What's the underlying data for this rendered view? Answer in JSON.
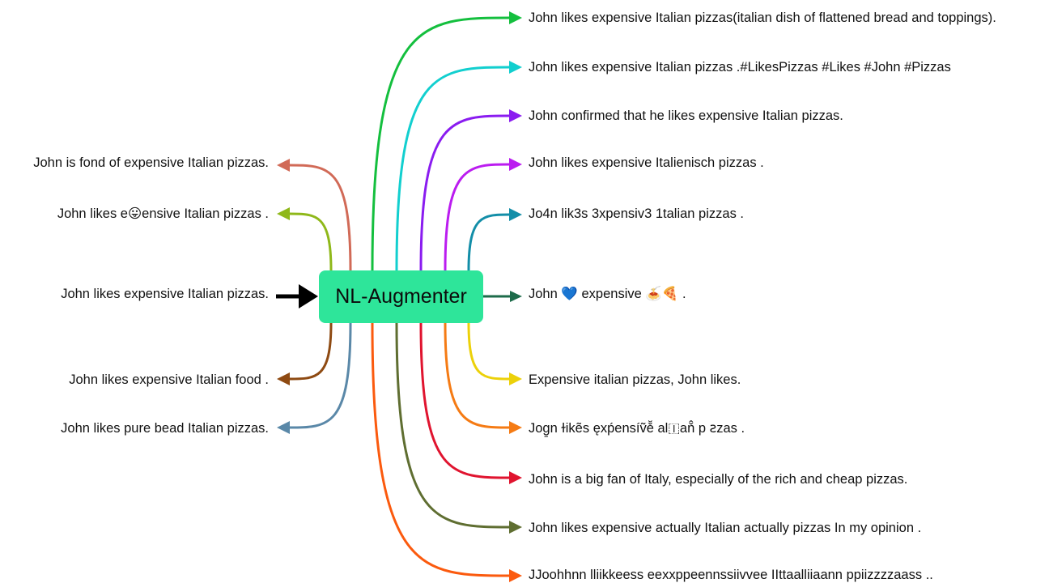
{
  "center": {
    "title": "NL-Augmenter"
  },
  "input": {
    "text": "John likes expensive Italian pizzas."
  },
  "left_outputs": [
    {
      "text": "John is fond of expensive Italian pizzas.",
      "color": "#d16a57"
    },
    {
      "text": "John likes e😛ensive Italian pizzas .",
      "color": "#8fb81a"
    },
    {
      "text": "John likes expensive Italian food .",
      "color": "#8e4a12"
    },
    {
      "text": "John likes pure bead Italian pizzas.",
      "color": "#5a88a8"
    }
  ],
  "right_outputs": [
    {
      "text": "John likes expensive Italian pizzas(italian dish of flattened bread and toppings).",
      "color": "#14bf3e"
    },
    {
      "text": "John likes expensive Italian pizzas .#LikesPizzas #Likes #John #Pizzas",
      "color": "#12cfcf"
    },
    {
      "text": "John confirmed that he likes expensive Italian pizzas.",
      "color": "#8a1cf0"
    },
    {
      "text": "John likes expensive Italienisch pizzas .",
      "color": "#bb1cf0"
    },
    {
      "text": "Jo4n lik3s 3xpensiv3 1talian pizzas .",
      "color": "#138ea8"
    },
    {
      "text": "John 💙 expensive 🍝🍕 .",
      "color": "#1d6b4a"
    },
    {
      "text": "Expensive italian pizzas, John likes.",
      "color": "#ecd10a"
    },
    {
      "text": "Jog̱n ɫikẽs ęxṕensíṽě̆  al🇮aň̂ p ꙅzas .",
      "color": "#f57b14"
    },
    {
      "text": "John is a big fan of Italy, especially of the rich and cheap pizzas.",
      "color": "#e0142f"
    },
    {
      "text": "John likes expensive actually Italian actually pizzas In my opinion .",
      "color": "#5f6e31"
    },
    {
      "text": "JJoohhnn  lliikkeess  eexxppeennssiivvee  IIttaalliiaann  ppiizzzzaass ..",
      "color": "#fb5a0e"
    }
  ]
}
